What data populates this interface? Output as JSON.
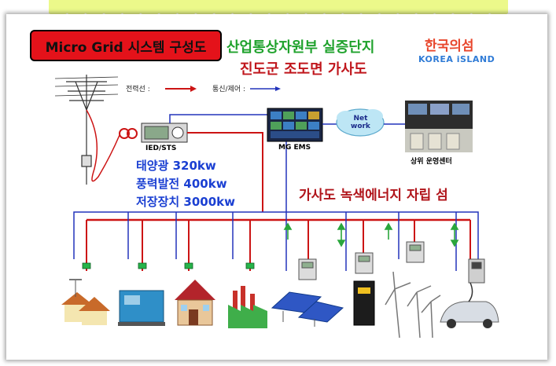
{
  "title": "Micro Grid 시스템 구성도",
  "ministry_text": "산업통상자원부 실증단지",
  "location_text": "진도군 조도면 가사도",
  "brand": {
    "korean": "한국의섬",
    "english": "KOREA iSLAND"
  },
  "legend": {
    "power_line": "전력선 :",
    "comm_line": "통신/제어 :"
  },
  "nodes": {
    "ied_sts": "IED/STS",
    "mg_ems": "MG EMS",
    "network": [
      "Net",
      "work"
    ],
    "upper_center": "상위 운영센터"
  },
  "capacities": [
    "태양광 320kw",
    "풍력발전 400kw",
    "저장장치 3000kw"
  ],
  "island_caption": "가사도 녹색에너지 자립 섬",
  "colors": {
    "power": "#cc1414",
    "comm": "#2233bb",
    "title_bg": "#e4121a",
    "tape": "#ecf98a"
  }
}
